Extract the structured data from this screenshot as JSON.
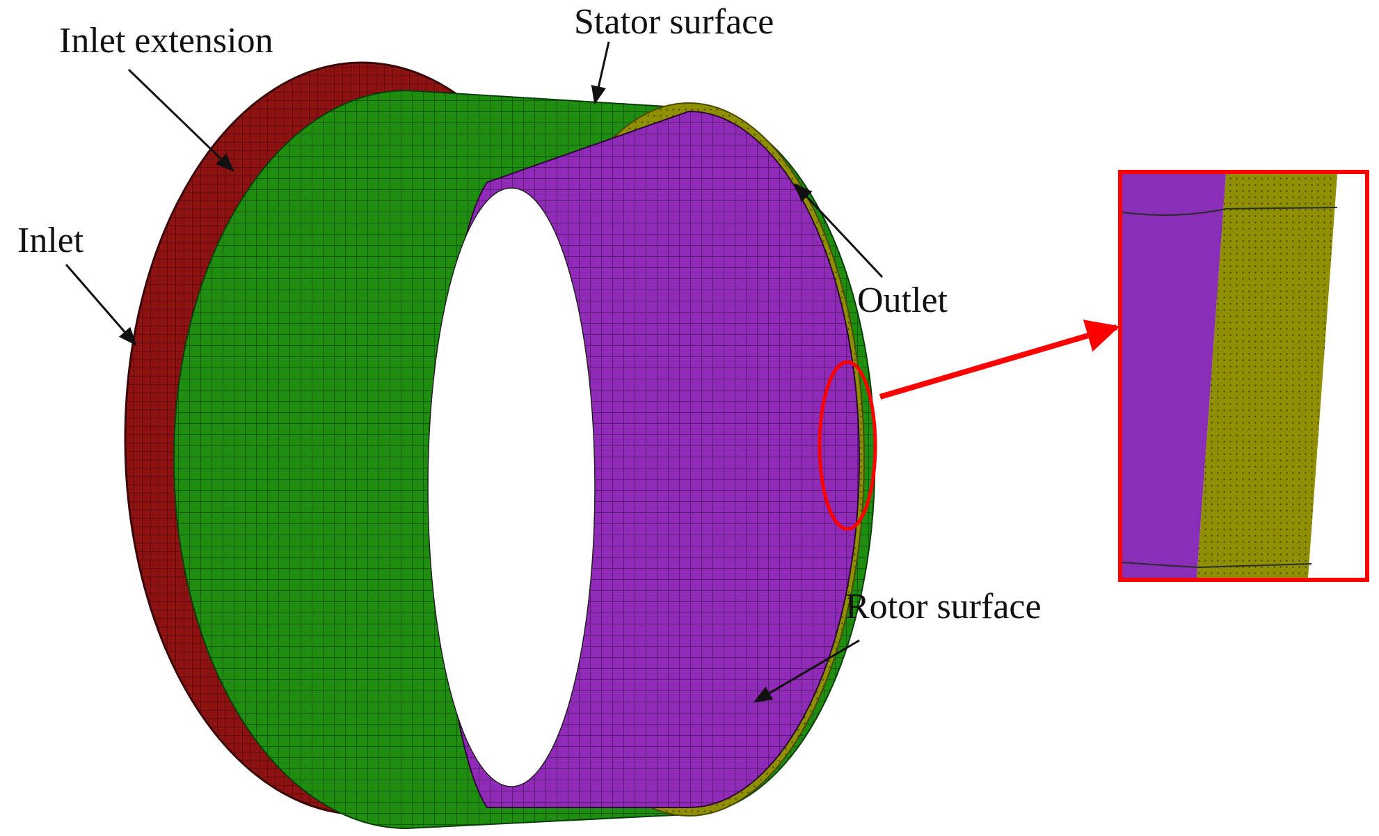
{
  "labels": {
    "inlet_extension": "Inlet extension",
    "stator_surface": "Stator surface",
    "inlet": "Inlet",
    "outlet": "Outlet",
    "rotor_surface": "Rotor surface"
  },
  "colors": {
    "inlet_extension": "#8e1212",
    "stator_surface": "#1f8e10",
    "rotor_surface": "#8f2bb6",
    "outlet": "#8f8f00",
    "callout": "#ff0000",
    "mesh_line": "#101010",
    "arrow": "#111111"
  },
  "icons": {
    "zoom_callout": "red-ellipse-with-arrow-to-zoom-box"
  }
}
